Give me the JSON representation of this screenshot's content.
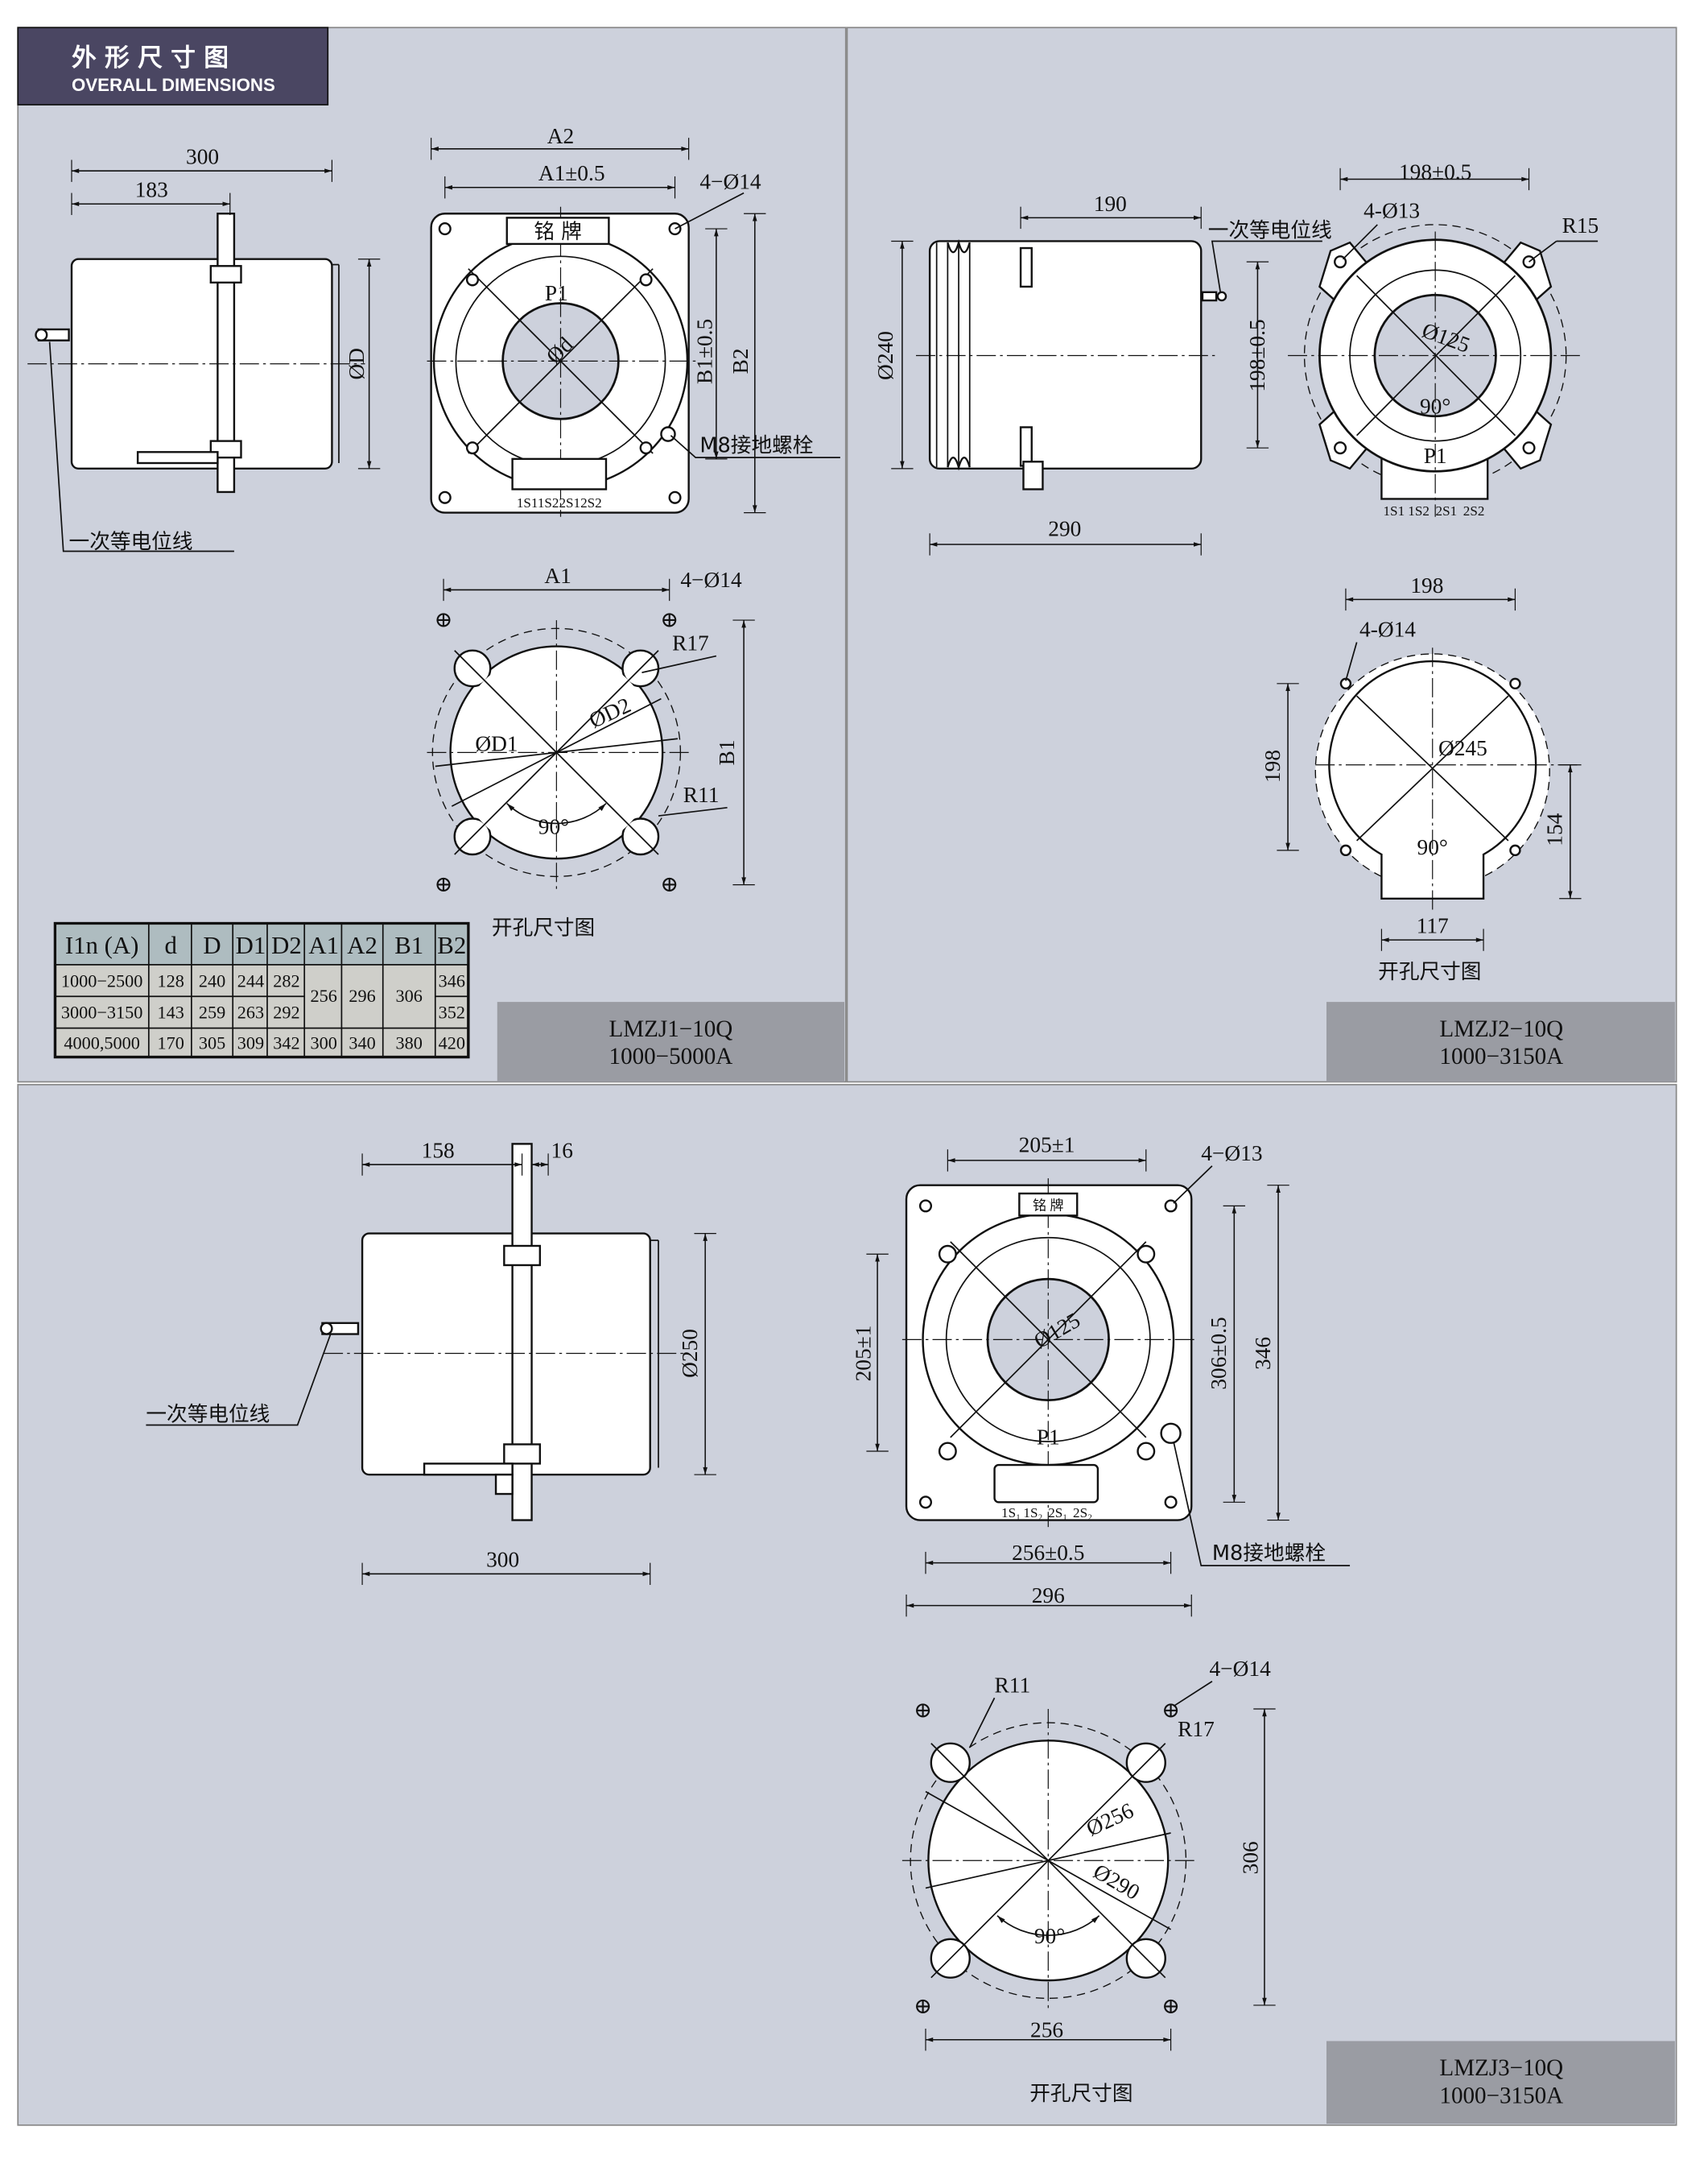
{
  "header": {
    "title_cn": "外形尺寸图",
    "title_en": "OVERALL DIMENSIONS"
  },
  "colors": {
    "background": "#cdd1dc",
    "header": "#4a4662",
    "label_box": "#9a9ca3",
    "table_header": "#aebcc0",
    "table_body": "#cfcfca"
  },
  "panel1": {
    "model": "LMZJ1−10Q",
    "range": "1000−5000A",
    "side": {
      "dim_total": "300",
      "dim_flange": "183",
      "dim_od": "ØD",
      "equipotential": "一次等电位线"
    },
    "front": {
      "dim_a2": "A2",
      "dim_a1": "A1±0.5",
      "holes": "4−Ø14",
      "nameplate": "铭 牌",
      "p1": "P1",
      "bore": "Ød",
      "dim_b1": "B1±0.5",
      "dim_b2": "B2",
      "ground_bolt": "M8接地螺栓",
      "terminals": "1S11S22S12S2"
    },
    "cutout": {
      "dim_a1": "A1",
      "holes": "4−Ø14",
      "r17": "R17",
      "d1": "ØD1",
      "d2": "ØD2",
      "dim_b1": "B1",
      "r11": "R11",
      "angle": "90°",
      "title": "开孔尺寸图"
    },
    "table": {
      "headers": [
        "I1n (A)",
        "d",
        "D",
        "D1",
        "D2",
        "A1",
        "A2",
        "B1",
        "B2"
      ],
      "rows": [
        [
          "1000−2500",
          "128",
          "240",
          "244",
          "282",
          "346"
        ],
        [
          "3000−3150",
          "143",
          "259",
          "263",
          "292",
          "352"
        ],
        [
          "4000,5000",
          "170",
          "305",
          "309",
          "342",
          "300",
          "340",
          "380",
          "420"
        ]
      ],
      "merged": [
        "256",
        "296",
        "306"
      ]
    }
  },
  "panel2": {
    "model": "LMZJ2−10Q",
    "range": "1000−3150A",
    "side": {
      "dim_190": "190",
      "dim_290": "290",
      "dim_od": "Ø240",
      "equipotential": "一次等电位线"
    },
    "front": {
      "dim_h": "198±0.5",
      "holes": "4-Ø13",
      "r15": "R15",
      "dim_v": "198±0.5",
      "bore": "Ø125",
      "angle": "90°",
      "p1": "P1",
      "terminals": [
        "1S1",
        "1S2",
        "2S1",
        "2S2"
      ]
    },
    "cutout": {
      "dim_h": "198",
      "holes": "4-Ø14",
      "dim_v": "198",
      "dia": "Ø245",
      "angle": "90°",
      "dim_154": "154",
      "dim_117": "117",
      "title": "开孔尺寸图"
    }
  },
  "panel3": {
    "model": "LMZJ3−10Q",
    "range": "1000−3150A",
    "side": {
      "dim_158": "158",
      "dim_16": "16",
      "dim_300": "300",
      "dim_od": "Ø250",
      "equipotential": "一次等电位线"
    },
    "front": {
      "dim_205h": "205±1",
      "holes": "4−Ø13",
      "nameplate": "铭 牌",
      "bore": "Ø125",
      "p1": "P1",
      "dim_205v": "205±1",
      "dim_306": "306±0.5",
      "dim_346": "346",
      "dim_256": "256±0.5",
      "dim_296": "296",
      "ground_bolt": "M8接地螺栓",
      "terminals": [
        "1S₁",
        "1S₂",
        "2S₁",
        "2S₂"
      ]
    },
    "cutout": {
      "r11": "R11",
      "holes": "4−Ø14",
      "r17": "R17",
      "d256": "Ø256",
      "d290": "Ø290",
      "angle": "90°",
      "dim_306": "306",
      "dim_256": "256",
      "title": "开孔尺寸图"
    }
  }
}
